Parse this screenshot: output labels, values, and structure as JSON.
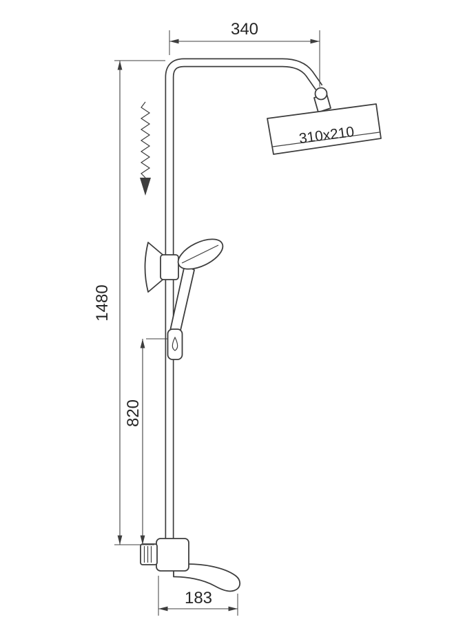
{
  "colors": {
    "line": "#3d3d3d",
    "text": "#262626",
    "background": "#ffffff"
  },
  "labels": {
    "top_width": "340",
    "head_size": "310x210",
    "total_height": "1480",
    "mid_height": "820",
    "spout_length": "183"
  }
}
